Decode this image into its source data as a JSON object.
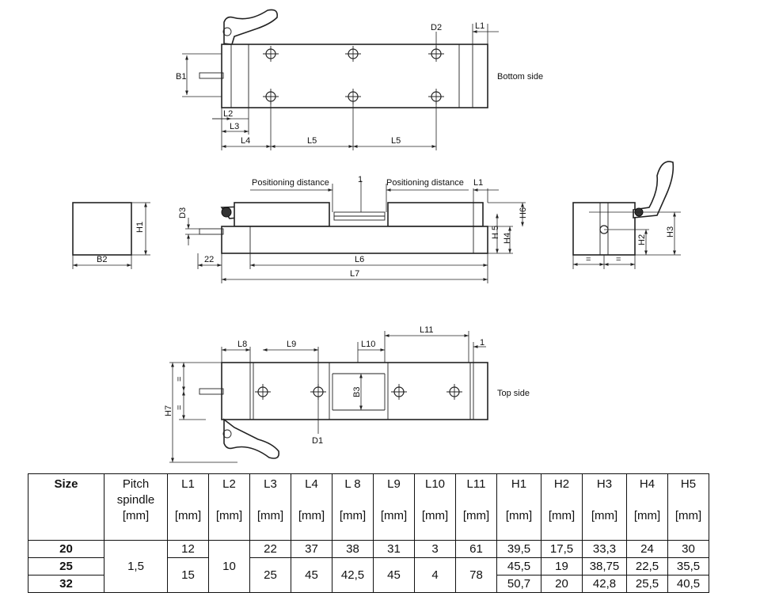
{
  "drawing": {
    "view_labels": {
      "bottom": "Bottom side",
      "top": "Top side"
    },
    "dims": {
      "L1": "L1",
      "L2": "L2",
      "L3": "L3",
      "L4": "L4",
      "L5": "L5",
      "L6": "L6",
      "L7": "L7",
      "L8": "L8",
      "L9": "L9",
      "L10": "L10",
      "L11": "L11",
      "B1": "B1",
      "B2": "B2",
      "B3": "B3",
      "H1": "H1",
      "H2": "H2",
      "H3": "H3",
      "H4": "H4",
      "H5": "H 5",
      "H6": "H6",
      "H7": "H7",
      "D1": "D1",
      "D2": "D2",
      "D3": "D3",
      "twentytwo": "22",
      "one": "1",
      "eq": "="
    },
    "positioning_distance": "Positioning distance"
  },
  "table": {
    "headers": [
      {
        "name": "Size"
      },
      {
        "name": "Pitch spindle",
        "unit": "[mm]"
      },
      {
        "name": "L1",
        "unit": "[mm]"
      },
      {
        "name": "L2",
        "unit": "[mm]"
      },
      {
        "name": "L3",
        "unit": "[mm]"
      },
      {
        "name": "L4",
        "unit": "[mm]"
      },
      {
        "name": "L 8",
        "unit": "[mm]"
      },
      {
        "name": "L9",
        "unit": "[mm]"
      },
      {
        "name": "L10",
        "unit": "[mm]"
      },
      {
        "name": "L11",
        "unit": "[mm]"
      },
      {
        "name": "H1",
        "unit": "[mm]"
      },
      {
        "name": "H2",
        "unit": "[mm]"
      },
      {
        "name": "H3",
        "unit": "[mm]"
      },
      {
        "name": "H4",
        "unit": "[mm]"
      },
      {
        "name": "H5",
        "unit": "[mm]"
      }
    ],
    "sizes": [
      "20",
      "25",
      "32"
    ],
    "pitch_spindle": "1,5",
    "L1": [
      "12",
      "15"
    ],
    "L2": "10",
    "L3": [
      "22",
      "25"
    ],
    "L4": [
      "37",
      "45"
    ],
    "L8": [
      "38",
      "42,5"
    ],
    "L9": [
      "31",
      "45"
    ],
    "L10": [
      "3",
      "4"
    ],
    "L11": [
      "61",
      "78"
    ],
    "H1": [
      "39,5",
      "45,5",
      "50,7"
    ],
    "H2": [
      "17,5",
      "19",
      "20"
    ],
    "H3": [
      "33,3",
      "38,75",
      "42,8"
    ],
    "H4": [
      "24",
      "22,5",
      "25,5"
    ],
    "H5": [
      "30",
      "35,5",
      "40,5"
    ]
  }
}
